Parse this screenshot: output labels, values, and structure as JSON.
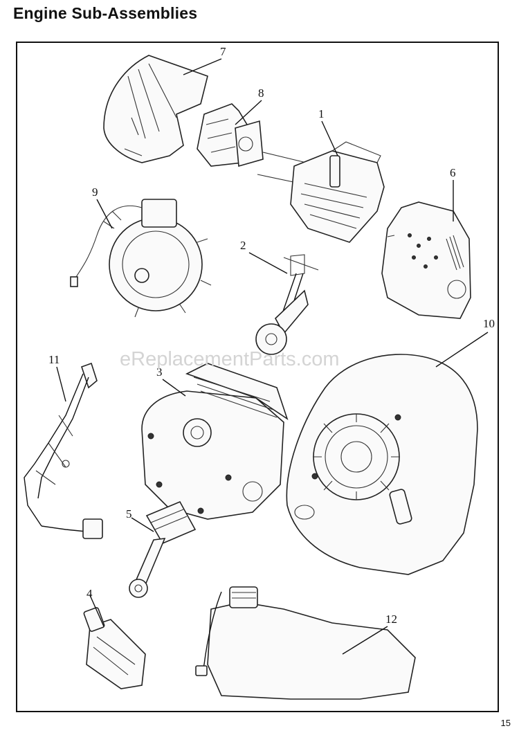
{
  "header": {
    "title": "Engine Sub-Assemblies"
  },
  "footer": {
    "page_number": "15"
  },
  "watermark": "eReplacementParts.com",
  "callouts": [
    "1",
    "2",
    "3",
    "4",
    "5",
    "6",
    "7",
    "8",
    "9",
    "10",
    "11",
    "12"
  ]
}
